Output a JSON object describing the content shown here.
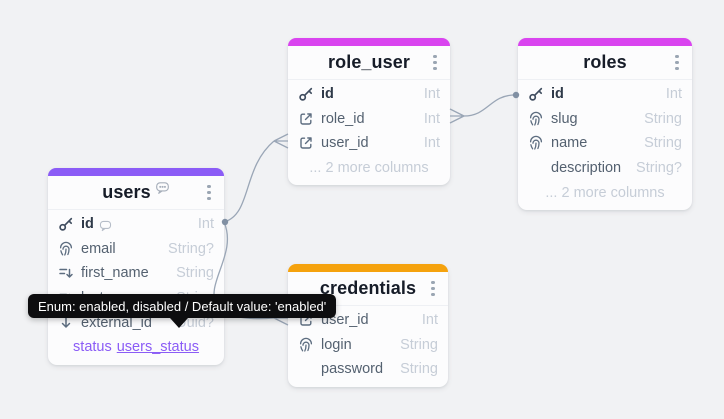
{
  "app": {
    "background": "#f1f2f4",
    "wire_color": "#9aa6b6"
  },
  "tooltip": {
    "text": "Enum: enabled, disabled / Default value: 'enabled'"
  },
  "tables": [
    {
      "title": "users",
      "accent": "#8b5cf6",
      "columns": [
        {
          "icon": "key-icon",
          "name": "id",
          "type": "Int"
        },
        {
          "icon": "fingerprint-icon",
          "name": "email",
          "type": "String?"
        },
        {
          "icon": "sort-descending-icon",
          "name": "first_name",
          "type": "String"
        },
        {
          "icon": "sort-descending-icon",
          "name": "last_name",
          "type": "String"
        },
        {
          "icon": "chevron-down-icon",
          "name": "external_id",
          "type": "Uuid?"
        }
      ],
      "enum_row": {
        "field": "status",
        "enum_name": "users_status"
      }
    },
    {
      "title": "role_user",
      "accent": "#d944ef",
      "columns": [
        {
          "icon": "key-icon",
          "name": "id",
          "type": "Int"
        },
        {
          "icon": "foreign-key-icon",
          "name": "role_id",
          "type": "Int"
        },
        {
          "icon": "foreign-key-icon",
          "name": "user_id",
          "type": "Int"
        }
      ],
      "more_label": "... 2 more columns"
    },
    {
      "title": "roles",
      "accent": "#d944ef",
      "columns": [
        {
          "icon": "key-icon",
          "name": "id",
          "type": "Int"
        },
        {
          "icon": "fingerprint-icon",
          "name": "slug",
          "type": "String"
        },
        {
          "icon": "fingerprint-icon",
          "name": "name",
          "type": "String"
        },
        {
          "icon": "none",
          "name": "description",
          "type": "String?"
        }
      ],
      "more_label": "... 2 more columns"
    },
    {
      "title": "credentials",
      "accent": "#f5a20d",
      "columns": [
        {
          "icon": "foreign-key-icon",
          "name": "user_id",
          "type": "Int"
        },
        {
          "icon": "fingerprint-icon",
          "name": "login",
          "type": "String"
        },
        {
          "icon": "none",
          "name": "password",
          "type": "String"
        }
      ]
    }
  ]
}
